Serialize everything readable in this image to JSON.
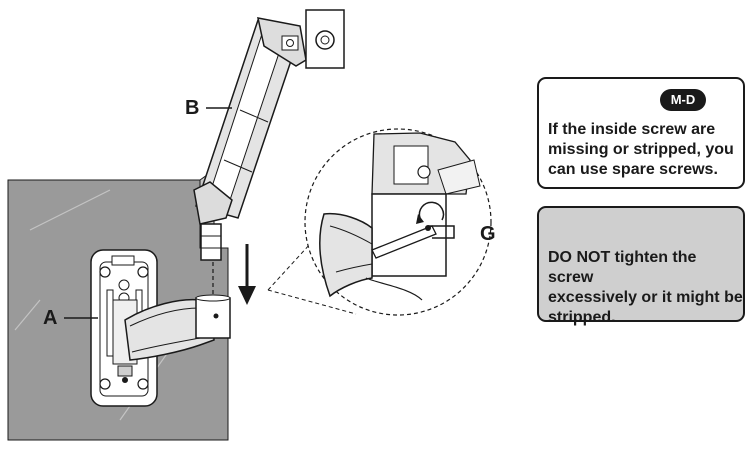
{
  "callouts": {
    "a": "A",
    "b": "B",
    "g": "G"
  },
  "info_note": {
    "badge": "M-D",
    "text": "If the inside screw are\nmissing or stripped, you\ncan use spare screws."
  },
  "warning_note": {
    "icon": "warning-icon",
    "text": "DO NOT tighten the screw\nexcessively or it might be\nstripped."
  },
  "colors": {
    "wall": "#9a9a9a",
    "warning_fill": "#cfcfcf",
    "line": "#1a1a1a"
  }
}
